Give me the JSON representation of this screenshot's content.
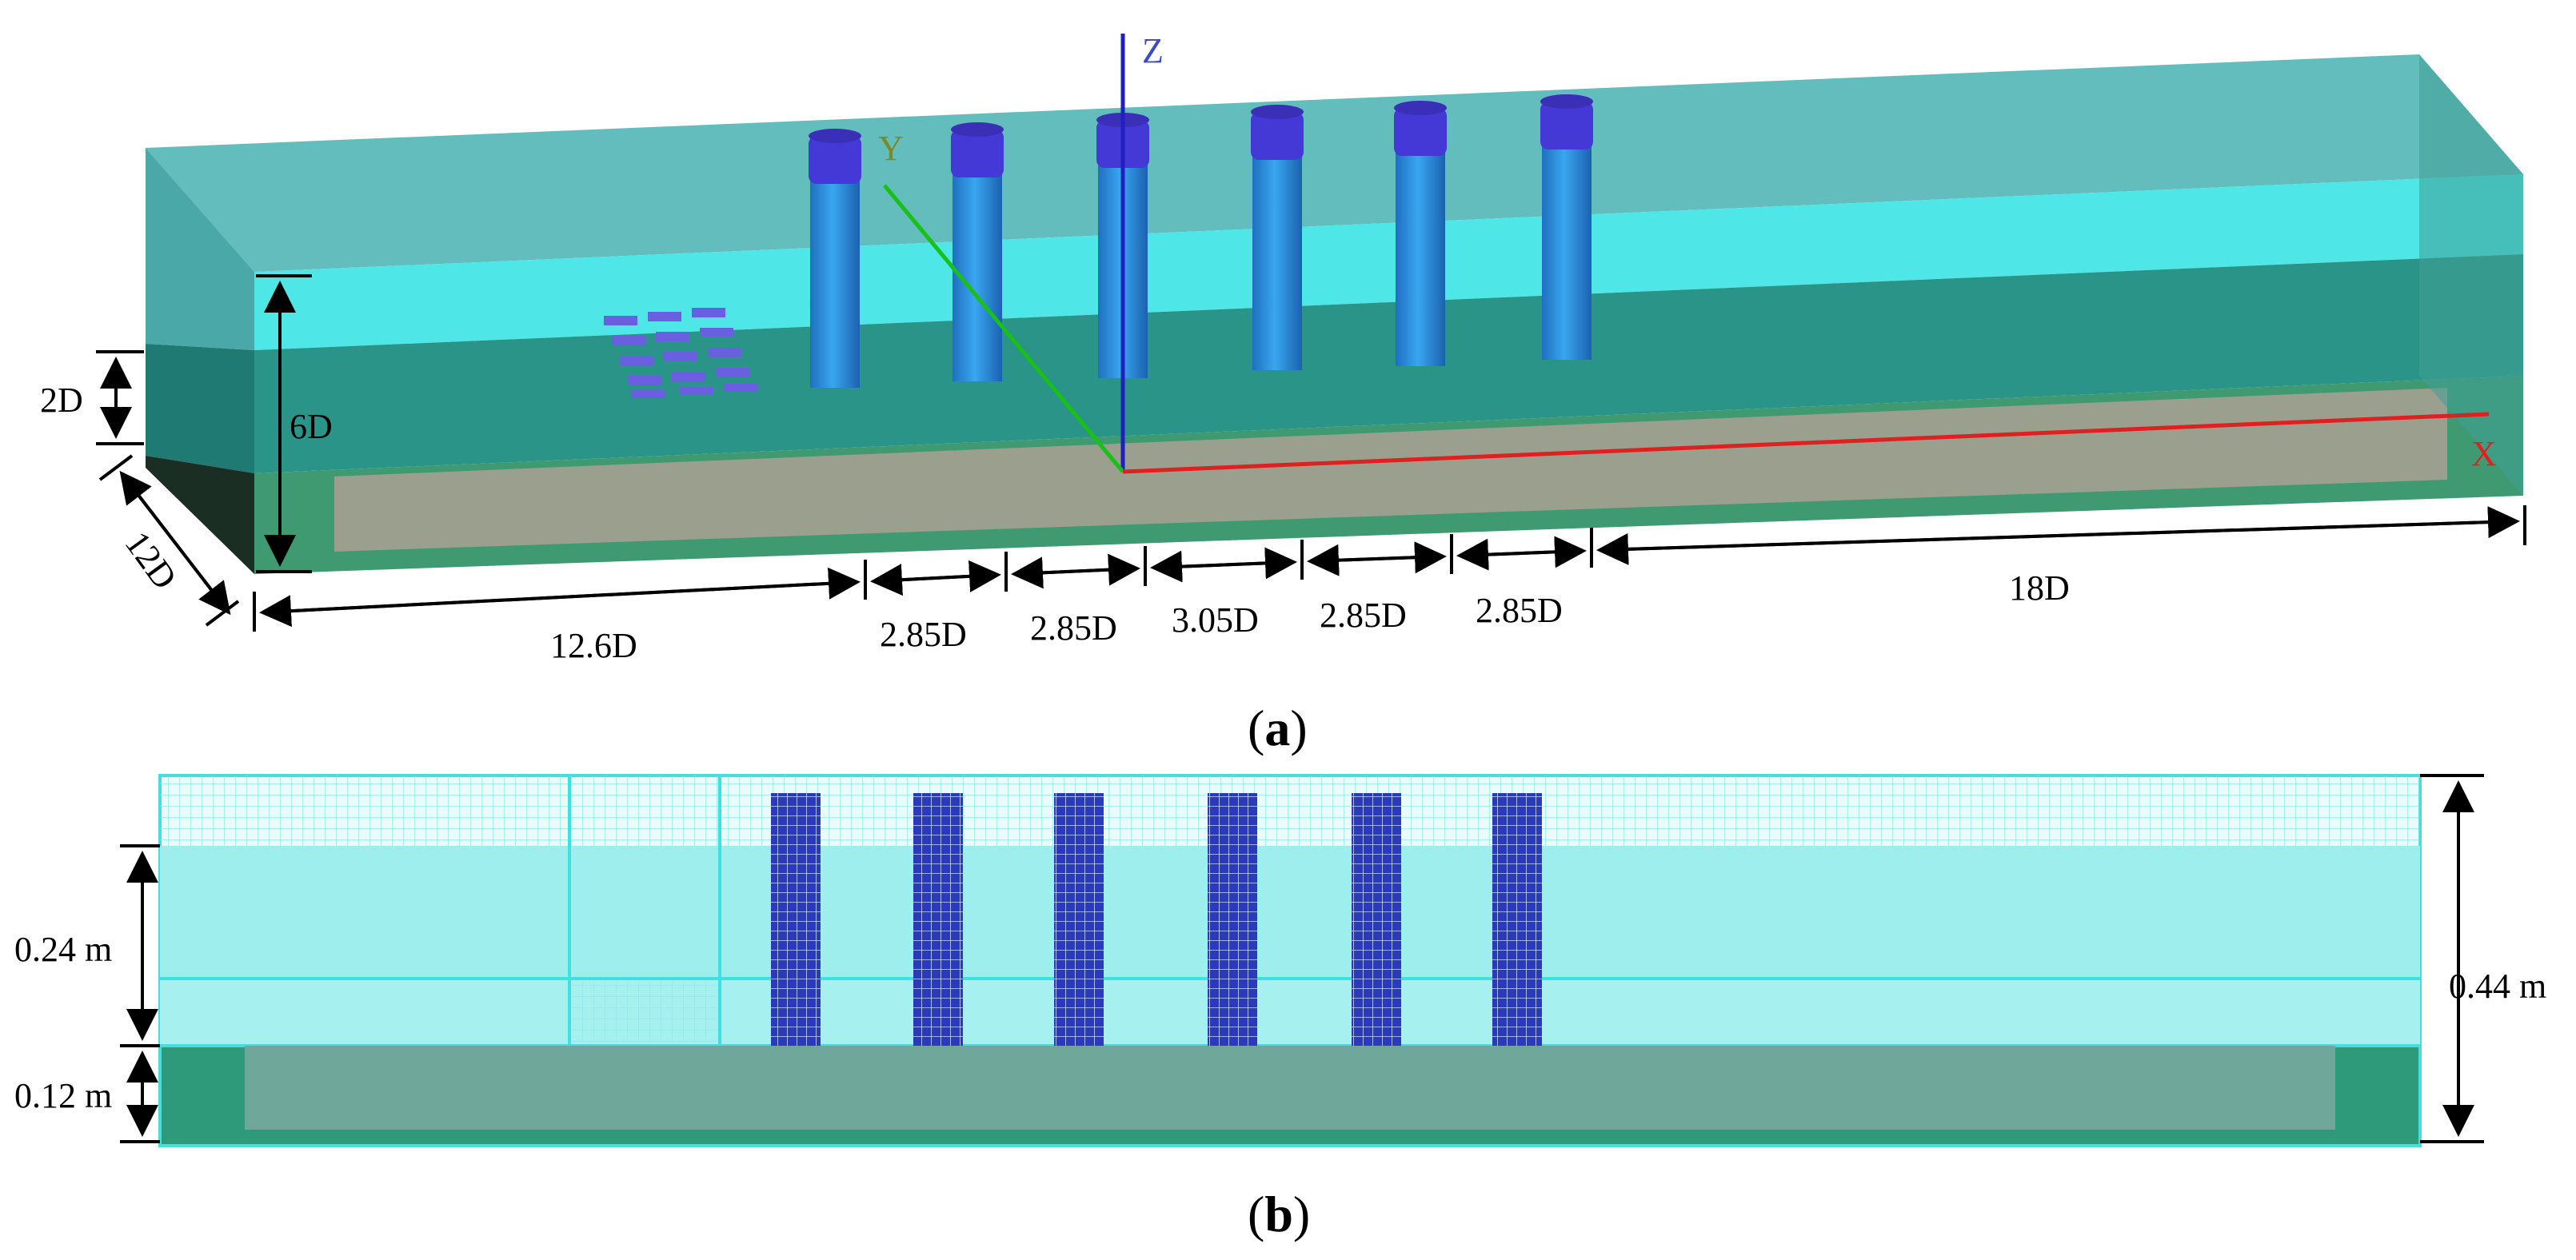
{
  "panel_a": {
    "caption_open": "(",
    "caption_letter": "a",
    "caption_close": ")",
    "axes": {
      "x": "X",
      "y": "Y",
      "z": "Z"
    },
    "dims": {
      "depth_2d": "2D",
      "height_6d": "6D",
      "width_12d": "12D",
      "upstream": "12.6D",
      "gap1": "2.85D",
      "gap2": "2.85D",
      "gap3": "3.05D",
      "gap4": "2.85D",
      "gap5": "2.85D",
      "downstream": "18D"
    }
  },
  "panel_b": {
    "caption_open": "(",
    "caption_letter": "b",
    "caption_close": ")",
    "dims": {
      "water_depth": "0.24 m",
      "sediment_depth": "0.12 m",
      "total_height": "0.44 m"
    }
  },
  "colors": {
    "water": "#4ecfd0",
    "air_tank": "#5fc2c4",
    "sediment": "#9aa08f",
    "sediment_side": "#3d8f6a",
    "pile": "#2f8fe0",
    "pile_top": "#4a3fd8",
    "axis_x": "#e02020",
    "axis_y": "#20c020",
    "axis_z": "#2020c0",
    "mesh_water": "#9eeeee",
    "mesh_line": "#4fe0e0"
  }
}
